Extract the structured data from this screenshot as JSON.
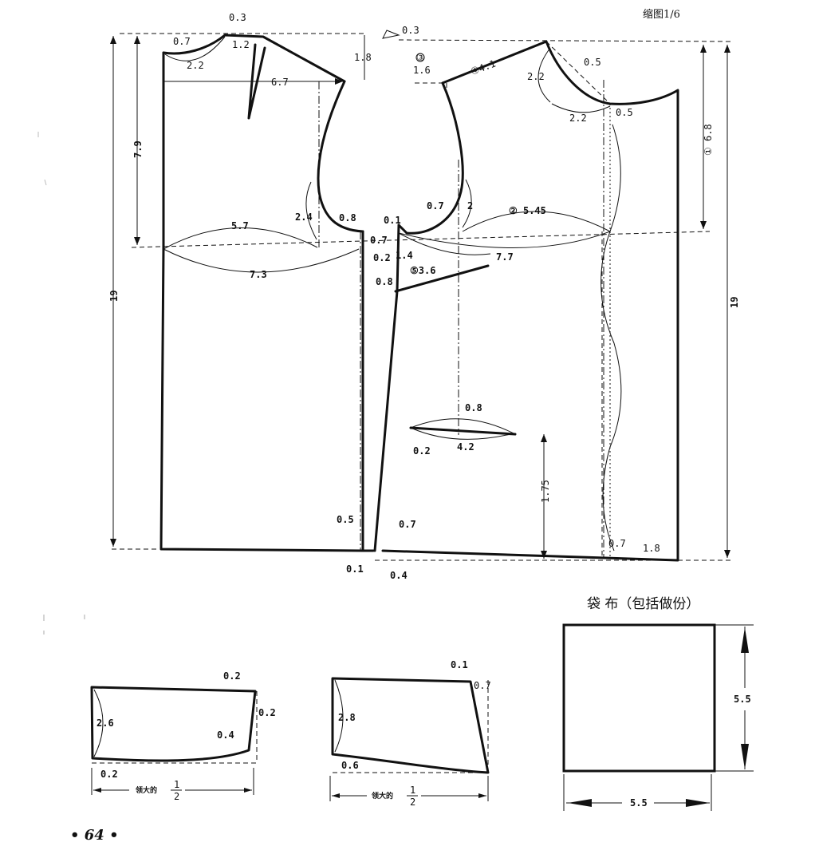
{
  "header": {
    "scale_note": "缩图1/6"
  },
  "main_pattern": {
    "labels": [
      "0.3",
      "0.7",
      "1.2",
      "2.2",
      "6.7",
      "1.8",
      "0.3",
      "③",
      "1.6",
      "④4.1",
      "0.5",
      "2.2",
      "2.2",
      "0.5",
      "① 6.8",
      "7.9",
      "19",
      "2.4",
      "0.8",
      "5.7",
      "0.7",
      "0.1",
      "0.7",
      "2",
      "② 5.45",
      "0.2",
      "1.4",
      "⑤3.6",
      "7.7",
      "0.8",
      "7.3",
      "19",
      "0.8",
      "4.2",
      "0.2",
      "1.75",
      "0.5",
      "0.7",
      "0.1",
      "0.4",
      "0.7",
      "1.8"
    ]
  },
  "pocket_cloth": {
    "title": "袋 布（包括做份）",
    "height_label": "5.5",
    "width_label": "5.5"
  },
  "collar_1": {
    "labels": [
      "0.2",
      "0.2",
      "2.6",
      "0.4",
      "0.2"
    ],
    "width_caption": "领大的",
    "fraction_num": "1",
    "fraction_den": "2"
  },
  "collar_2": {
    "labels": [
      "0.1",
      "0.7",
      "2.8",
      "0.6"
    ],
    "width_caption": "领大的",
    "fraction_num": "1",
    "fraction_den": "2"
  },
  "footer": {
    "page_number": "• 64 •"
  }
}
